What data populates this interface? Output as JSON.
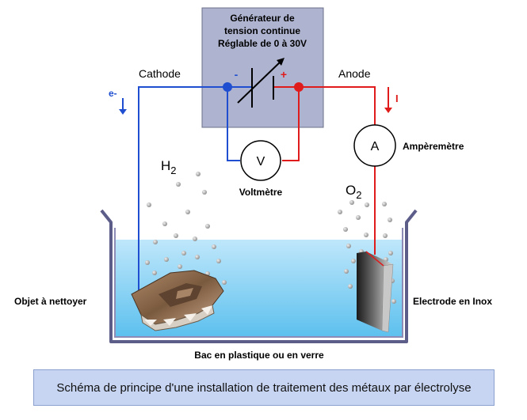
{
  "generator": {
    "line1": "Générateur de",
    "line2": "tension continue",
    "line3": "Réglable de 0 à 30V",
    "minus": "-",
    "plus": "+"
  },
  "labels": {
    "cathode": "Cathode",
    "anode": "Anode",
    "electron": "e-",
    "current": "I",
    "voltmeter_symbol": "V",
    "voltmeter": "Voltmètre",
    "ammeter_symbol": "A",
    "ammeter": "Ampèremètre",
    "h2_base": "H",
    "h2_sub": "2",
    "o2_base": "O",
    "o2_sub": "2",
    "object": "Objet à nettoyer",
    "electrode": "Electrode en Inox",
    "tank": "Bac en plastique ou en verre"
  },
  "caption": "Schéma de principe d'une installation de traitement des métaux par électrolyse",
  "colors": {
    "negative_wire": "#1f4fd0",
    "positive_wire": "#e01b1b",
    "generator_box": "#aeb4d0",
    "water": "#7fcdf0",
    "tank_wall": "#6b6b9a"
  }
}
